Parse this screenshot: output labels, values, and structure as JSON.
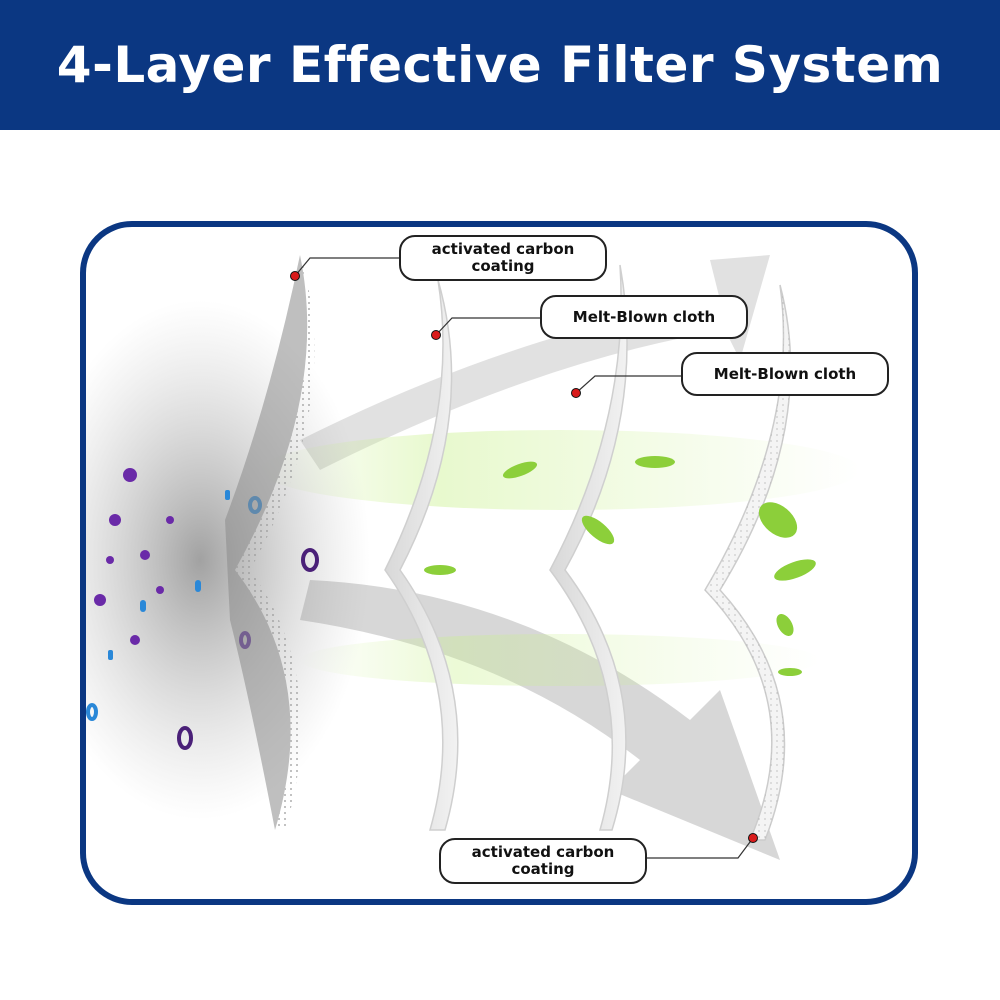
{
  "header": {
    "title": "4-Layer Effective Filter System"
  },
  "colors": {
    "banner": "#0b3782",
    "frame": "#0b3782",
    "marker": "#d91b1b"
  },
  "labels": [
    {
      "id": "layer1",
      "text_line1": "activated carbon",
      "text_line2": "coating"
    },
    {
      "id": "layer2",
      "text_line1": "Melt-Blown cloth",
      "text_line2": ""
    },
    {
      "id": "layer3",
      "text_line1": "Melt-Blown cloth",
      "text_line2": ""
    },
    {
      "id": "layer4",
      "text_line1": "activated carbon",
      "text_line2": "coating"
    }
  ]
}
